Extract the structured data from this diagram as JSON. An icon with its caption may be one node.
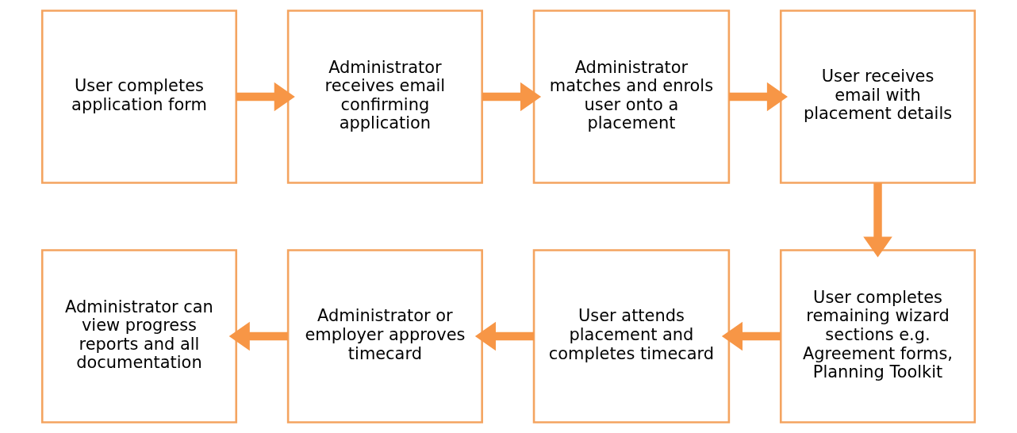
{
  "diagram": {
    "nodes": [
      {
        "text": [
          "User completes application form"
        ]
      },
      {
        "text": [
          "Administrator receives email confirming application"
        ]
      },
      {
        "text": [
          "Administrator matches and enrols user onto a placement"
        ]
      },
      {
        "text": [
          "User receives email with placement details"
        ]
      },
      {
        "text": [
          "User completes remaining wizard sections e.g. Agreement forms, Planning Toolkit"
        ]
      },
      {
        "text": [
          "User attends placement and completes timecard"
        ]
      },
      {
        "text": [
          "Administrator or employer approves timecard"
        ]
      },
      {
        "text": [
          "Administrator can view progress reports and all documentation"
        ]
      }
    ],
    "edges": [
      {
        "from": 0,
        "to": 1,
        "arrow": "to"
      },
      {
        "from": 1,
        "to": 2,
        "arrow": "to"
      },
      {
        "from": 2,
        "to": 3,
        "arrow": "to"
      },
      {
        "from": 3,
        "to": 4,
        "arrow": "to"
      },
      {
        "from": 4,
        "to": 5,
        "arrow": "to"
      },
      {
        "from": 5,
        "to": 6,
        "arrow": "to"
      },
      {
        "from": 6,
        "to": 7,
        "arrow": "to"
      }
    ]
  }
}
